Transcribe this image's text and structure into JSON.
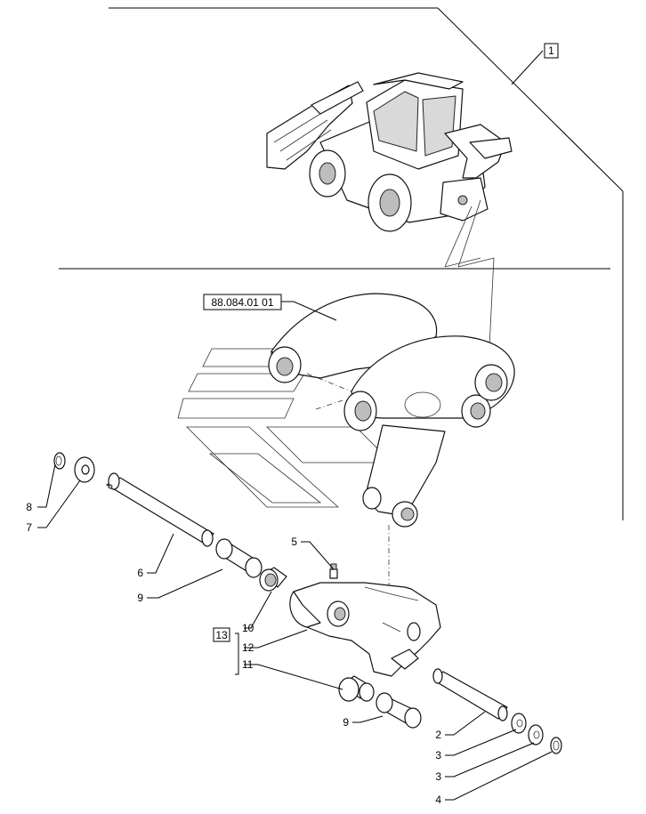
{
  "diagram": {
    "reference_boxes": {
      "assembly": "1",
      "kit": "13",
      "drawing_ref": "88.084.01 01"
    },
    "callouts": {
      "c2": "2",
      "c3a": "3",
      "c3b": "3",
      "c4": "4",
      "c5": "5",
      "c6": "6",
      "c7": "7",
      "c8": "8",
      "c9a": "9",
      "c9b": "9",
      "c10": "10",
      "c11": "11",
      "c12": "12"
    }
  }
}
